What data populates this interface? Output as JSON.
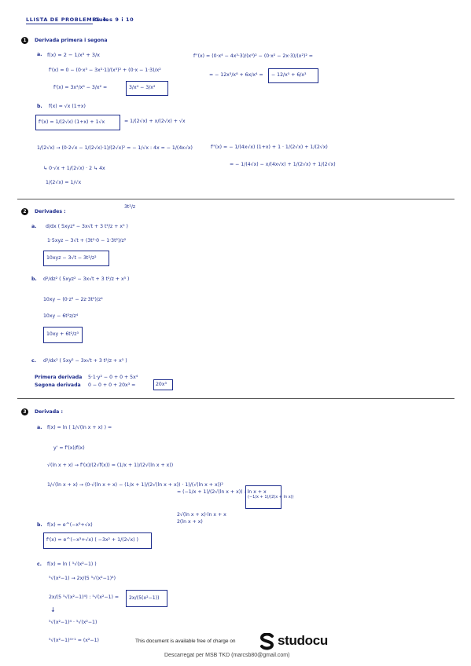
{
  "header": {
    "title": "LLISTA DE PROBLEMES 4.",
    "subtitle": "Guies 9 i 10"
  },
  "ex1": {
    "num": "1",
    "heading": "Derivada primera i segona",
    "a_label": "a.",
    "a_func": "f(x) = 2 − 1/x³ + 3/x",
    "a_fp": "f'(x) = 0 − (0·x³ − 3x²·1)/(x³)² + (0·x − 1·3)/x²",
    "a_fp2": "f'(x) = 3x²/x⁶ − 3/x² =",
    "a_box": "3/x⁴ − 3/x²",
    "a_fpp": "f''(x) = (0·x⁴ − 4x³·3)/(x⁴)² − (0·x² − 2x·3)/(x²)² =",
    "a_fpp2": "= − 12x³/x⁸ + 6x/x⁴ =",
    "a_box2": "− 12/x⁵ + 6/x³",
    "b_label": "b.",
    "b_func": "f(x) = √x (1+x)",
    "b_box": "f'(x) = 1/(2√x) (1+x) + 1√x",
    "b_fp2": "= 1/(2√x) + x/(2√x) + √x",
    "b_l1": "1/(2√x) → (0·2√x − 1/(2√x)·1)/(2√x)²  =  − 1/√x : 4x = − 1/(4x√x)",
    "b_l2": "↳ 0·√x + 1/(2√x) · 2  ↳ 4x",
    "b_l3": "1/(2√x) = 1/√x",
    "b_fpp": "f''(x) = − 1/(4x√x) (1+x) + 1 · 1/(2√x) + 1/(2√x)",
    "b_fpp2": "= − 1/(4√x) − x/(4x√x) + 1/(2√x) + 1/(2√x)"
  },
  "ex2": {
    "num": "2",
    "heading": "Derivades :",
    "a_label": "a.",
    "a_top": "3t²/z",
    "a_expr": "d/dx ( 5xyz² − 3x√t + 3 t²/z + x⁵ )",
    "a_l2": "1·5xyz − 3√t + (3t²·0 − 1·3t²)/z²",
    "a_box": "10xyz − 3√t − 3t²/z²",
    "b_label": "b.",
    "b_expr": "d²/dz² ( 5xyz² − 3x√t + 3 t²/z + x⁵ )",
    "b_l1": "10xy − (0·z² − 2z·3t²)/z⁴",
    "b_l2": "10xy − 6t²z/z⁴",
    "b_box": "10xy + 6t²/z³",
    "c_label": "c.",
    "c_expr": "d²/dx² ( 5xy² − 3x√t + 3 t²/z + x⁵ )",
    "c_first_label": "Primera derivada",
    "c_first": "5·1·y² − 0 + 0 + 5x⁴",
    "c_second_label": "Segona derivada",
    "c_second": "0 − 0 + 0 + 20x³ =",
    "c_box": "20x³"
  },
  "ex3": {
    "num": "3",
    "heading": "Derivada :",
    "a_label": "a.",
    "a_func": "f(x) = ln ( 1/√(ln x + x) ) =",
    "a_rule": "y' = f'(x)/f(x)",
    "a_l1": "√(ln x + x) → f'(x)/(2√f(x)) = (1/x + 1)/(2√(ln x + x))",
    "a_l2": "1/√(ln x + x) → (0·√(ln x + x) − (1/x + 1)/(2√(ln x + x)) · 1)/(√(ln x + x))²",
    "a_l3": "= (−1/x + 1)/(2√(ln x + x)) : ln x + x",
    "a_l4": "2√(ln x + x)·ln x + x",
    "a_l5": "2(ln x + x)",
    "a_box": "(−1/x + 1)/(2(x + ln x))",
    "b_label": "b.",
    "b_func": "f(x) = e^(−x³+√x)",
    "b_box": "f'(x) = e^(−x³+√x) ( −3x² + 1/(2√x) )",
    "c_label": "c.",
    "c_func": "f(x) = ln ( ⁵√(x²−1) )",
    "c_l1": "⁵√(x²−1) → 2x/(5 ⁵√(x²−1)⁴)",
    "c_l2": "2x/(5 ⁵√(x²−1)⁴) : ⁵√(x²−1) =",
    "c_box": "2x/(5(x²−1))",
    "c_l3": "⁵√(x²−1)⁴ · ⁵√(x²−1)",
    "c_l4": "⁵√(x²−1)⁴⁺¹ = (x²−1)"
  },
  "footer": {
    "available": "This document is available free of charge on",
    "brand": "studocu",
    "download": "Descarregat per MSB TKD (marcsb80@gmail.com)"
  },
  "colors": {
    "ink": "#1d2c8c",
    "separator": "#555555",
    "brand": "#111111"
  }
}
